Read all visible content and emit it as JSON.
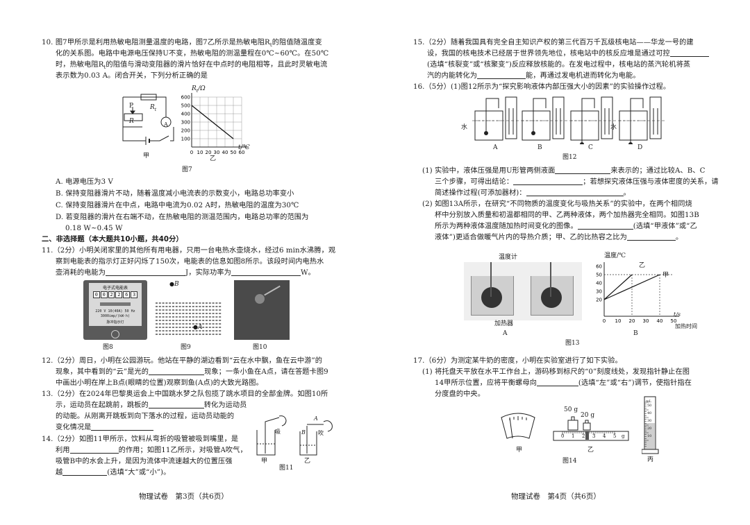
{
  "left": {
    "q10": {
      "l1": "10. 图7甲所示是利用热敏电阻测量温度的电路，图7乙所示是热敏电阻R",
      "l1sub": "t",
      "l1b": "的阻值随温度变",
      "l2": "化的关系图。电路中电源电压保持U不变，热敏电阻的测温量程在0℃~60℃。在50℃",
      "l3": "时，热敏电阻R",
      "l3sub": "t",
      "l3b": "的阻值与滑动变阻器的滑片恰好在中点时的电阻相等，且此时灵敏电流",
      "l4": "表示数为0.03 A。闭合开关，下列分析正确的是",
      "fig_jia": "甲",
      "fig_yi": "乙",
      "fig_caption": "图7",
      "circuit_P": "P",
      "circuit_R": "R",
      "circuit_Rt": "R",
      "circuit_Rt_sub": "t",
      "circuit_A": "A",
      "graph_ylabel": "R",
      "graph_ylabel_sub": "t",
      "graph_yunit": "/Ω",
      "graph_xlabel": "t/℃",
      "opt_a": "A. 电源电压为3 V",
      "opt_b": "B. 保持变阻器滑片不动，随着温度减小电流表的示数变小，电路总功率变小",
      "opt_c": "C. 保持变阻器滑片在中点，电路中电流为0.02 A时，热敏电阻的温度为30℃",
      "opt_d1": "D. 若变阻器的滑片在右端不动，在热敏电阻的测温范围内，电路总功率的范围为",
      "opt_d2": "0.18 W~0.45 W"
    },
    "section2": "二、非选择题（本大题共10小题，共40分）",
    "q11": {
      "l1": "11.（2分）小明关闭家里的其他所有用电器，只用一台电热水壶烧水，经过6 min水沸腾，观",
      "l2": "察到电能表的指示灯正好闪烁了150次，电能表的信息如图8所示。该段时间内电热水",
      "l3a": "壶消耗的电能为",
      "l3b": "J，实际功率为",
      "l3c": "W。",
      "meter_title": "电子式电能表",
      "meter_digits": [
        "0",
        "0",
        "2",
        "2",
        "6",
        "3"
      ],
      "meter_l1": "220 V 10(40A) 50 Hz",
      "meter_l2": "3000imp/(kW·h)",
      "meter_l3": "脉冲指示灯",
      "fig8": "图8",
      "fig9": "图9",
      "fig10": "图10",
      "fig9_B": "B",
      "fig9_A": "A"
    },
    "q12": {
      "l1": "12.（2分）周日，小明在公园游玩。他站在平静的湖边看到“云在水中飘，鱼在云中游”的",
      "l2a": "现象，其中看到的“云”是光的",
      "l2b": "现象；一条小鱼在A点，请在答题卡图9",
      "l3": "中画出小明在岸上B点(眼睛的位置)观察到鱼(A点)的大致光路图。"
    },
    "q13": {
      "l1": "13.（2分）在2024年巴黎奥运会上中国跳水梦之队包揽了跳水项目的全部金牌。如图10所",
      "l2a": "示，运动员在起跳前，跳板的",
      "l2b": "转化为运动员",
      "l3": "的动能。从刚离开跳板到向下落水的过程，运动员动能的",
      "l4": "变化情况是"
    },
    "q14": {
      "l1": "14.（2分）如图11甲所示，饮料从弯折的吸管被吸到嘴里，是",
      "l2a": "利用",
      "l2b": "的作用；如图11乙所示，对吸管A吹气，",
      "l3": "吸管B中的水会上升，是因为流体中流速越大的位置压强",
      "l4a": "越",
      "l4b": "(选填“大”或“小”)。",
      "fig_jia": "甲",
      "fig_yi": "乙",
      "fig_xi": "吸",
      "fig_chui": "吹",
      "fig_A": "A",
      "fig_B": "B",
      "fig11": "图11"
    },
    "footer": "物理试卷　第3页（共6页）"
  },
  "right": {
    "q15": {
      "l1": "15.（2分）随着我国具有完全自主知识产权的第三代百万千瓦级核电站——华龙一号的建",
      "l2a": "设，我国的核电技术已经居于世界领先地位，核电站中的核反应堆是通过可控",
      "l3": "(选填“核裂变”或“核聚变”)反应释放核能的。在发电过程中，核电站的蒸汽轮机将蒸",
      "l4a": "汽的内能转化为",
      "l4b": "能，再通过发电机进而转化为电能。"
    },
    "q16": {
      "l1": "16.（5分）(1)图12所示为“探究影响液体内部压强大小的因素”的实验操作过程。",
      "water": "水",
      "labels": [
        "A",
        "B",
        "C",
        "D"
      ],
      "fig12": "图12",
      "p1a": "(1) 实验中，液体压强是用U形管两侧液面",
      "p1b": "来表示的；通过比较A、B、C",
      "p2a": "三个步骤，可得出结论：",
      "p2b": "；若想探究液体压强与液体密度的关系，请",
      "p3a": "简述操作过程(可添加器材)：",
      "p3b": "。",
      "p4": "(2) 如图13A所示，在研究“不同物质的温度变化与吸热关系”的实验中，在两个相同烧",
      "p5": "杯中分别放入质量和初温都相同的甲、乙两种液体，两个加热器完全相同。如图13B",
      "p6a": "所示为两种液体温度随加热时间变化的图像。",
      "p6b": "(选填“甲液体”或“乙",
      "p7a": "液体”)更适合做暖气片内的导热介质；甲、乙的比热容之比为",
      "p7b": "。",
      "thermo": "温度计",
      "heater": "加热器",
      "figA": "A",
      "figB": "B",
      "fig13": "图13",
      "g_ylabel": "温度/℃",
      "g_xlabel_t": "t",
      "g_xunit": "/s",
      "g_xlabel": "加热时间",
      "g_jia": "甲",
      "g_yi": "乙"
    },
    "q17": {
      "l1": "17.（6分）为测定某牛奶的密度，小明在实验室进行了如下实验。",
      "l2": "(1) 将托盘天平放在水平工作台上，游码移到标尺的“0”刻度线处，发现指针静止在图",
      "l3a": "14甲所示位置，应将平衡螺母向",
      "l3b": "(选填“左”或“右”)调节，使指针指在",
      "l4": "分度盘的中央。",
      "w50": "50 g",
      "w20": "20 g",
      "scale_nums": [
        "0",
        "1",
        "2",
        "3",
        "4",
        "5"
      ],
      "scale_unit": "g",
      "fig_jia": "甲",
      "fig_yi": "乙",
      "fig_bing": "丙",
      "cyl_unit": "mL",
      "cyl_marks": [
        "50",
        "40",
        "30",
        "20",
        "10"
      ],
      "fig14": "图14"
    },
    "footer": "物理试卷　第4页（共6页）"
  },
  "chart_data": [
    {
      "type": "line",
      "title": "",
      "xlabel": "t/℃",
      "ylabel": "Rt/Ω",
      "xlim": [
        0,
        60
      ],
      "ylim": [
        0,
        600
      ],
      "x_ticks": [
        0,
        10,
        20,
        30,
        40,
        50,
        60
      ],
      "y_ticks": [
        0,
        100,
        200,
        300,
        400,
        500,
        600
      ],
      "grid": true,
      "series": [
        {
          "x": [
            0,
            50
          ],
          "y": [
            500,
            100
          ]
        }
      ]
    },
    {
      "type": "line",
      "title": "",
      "xlabel": "t/s 加热时间",
      "ylabel": "温度/℃",
      "xlim": [
        0,
        50
      ],
      "ylim": [
        0,
        60
      ],
      "x_ticks": [
        0,
        10,
        20,
        30,
        40,
        50
      ],
      "y_ticks": [
        20,
        30,
        40,
        50,
        60
      ],
      "grid": false,
      "series": [
        {
          "name": "甲",
          "x": [
            0,
            40
          ],
          "y": [
            20,
            50
          ]
        },
        {
          "name": "乙",
          "x": [
            0,
            20
          ],
          "y": [
            20,
            50
          ]
        }
      ]
    }
  ]
}
